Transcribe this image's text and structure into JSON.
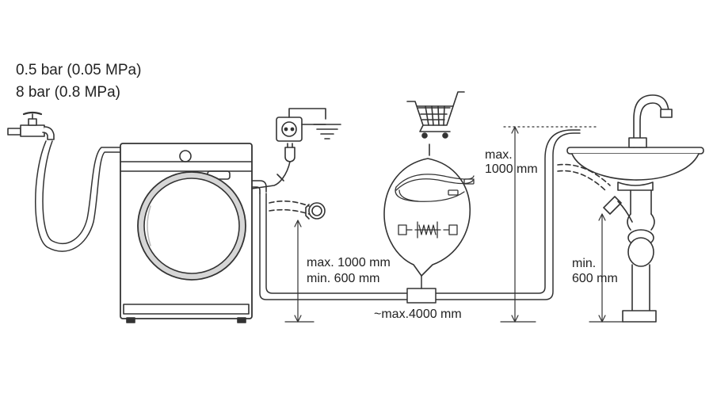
{
  "pressure": {
    "min": "0.5 bar (0.05 MPa)",
    "max": "8 bar (0.8 MPa)"
  },
  "drain_height": {
    "max": "max. 1000 mm",
    "min": "min. 600 mm"
  },
  "hose_length": "~max.4000 mm",
  "standpipe": {
    "max_line1": "max.",
    "max_line2": "1000 mm"
  },
  "sink": {
    "min_line1": "min.",
    "min_line2": "600 mm"
  },
  "icons": [
    "tap-icon",
    "washing-machine",
    "power-socket-icon",
    "earth-ground-icon",
    "power-plug-icon",
    "shopping-cart-icon",
    "extension-hose-icon",
    "hose-connector-icon",
    "sink-icon"
  ]
}
